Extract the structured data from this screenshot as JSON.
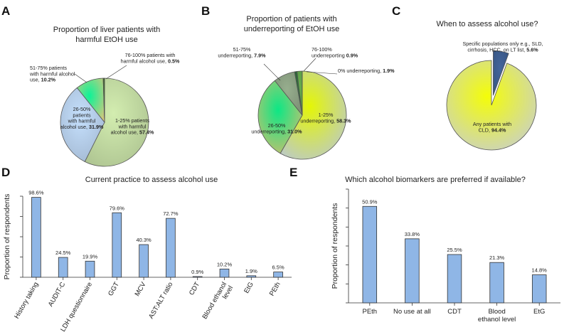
{
  "panel_labels": [
    "A",
    "B",
    "C",
    "D",
    "E"
  ],
  "chart_data": [
    {
      "type": "pie",
      "title": [
        "Proportion of liver patients with",
        "harmful EtOH use"
      ],
      "slices": [
        {
          "lines": [
            "1-25% patients",
            "with harmful",
            "alcohol use,"
          ],
          "value": 57.4,
          "pct": "57.4%",
          "color": "#c7e0a6"
        },
        {
          "lines": [
            "26-50%",
            "patients",
            "with harmful",
            "alcohol use,"
          ],
          "value": 31.9,
          "pct": "31.9%",
          "color": "#bad3ef"
        },
        {
          "lines": [
            "51-75%  patients",
            "with harmful alcohol",
            "use,"
          ],
          "value": 10.2,
          "pct": "10.2%",
          "color": "#fde58f"
        },
        {
          "lines": [
            "76-100% patients with",
            "harmful alcohol use,"
          ],
          "value": 0.5,
          "pct": "0.5%",
          "color": "#3d6e24"
        }
      ]
    },
    {
      "type": "pie",
      "title": [
        "Proportion of patients with",
        "underreporting of EtOH use"
      ],
      "slices": [
        {
          "lines": [
            "1-25%",
            "underreporting,"
          ],
          "value": 58.3,
          "pct": "58.3%",
          "color": "#d7e7f7"
        },
        {
          "lines": [
            "26-50%",
            "underreporting,"
          ],
          "value": 31.0,
          "pct": "31.0%",
          "color": "#fdda7d"
        },
        {
          "lines": [
            "51-75%",
            "underreporting,"
          ],
          "value": 7.9,
          "pct": "7.9%",
          "color": "#8ea486"
        },
        {
          "lines": [
            "76-100%",
            "underreporting"
          ],
          "value": 0.9,
          "pct": "0.9%",
          "color": "#2f6b3a"
        },
        {
          "lines": [
            "0% underreporting,"
          ],
          "value": 1.9,
          "pct": "1.9%",
          "color": "#63a94b"
        }
      ]
    },
    {
      "type": "pie",
      "title": [
        "When to assess alcohol use?"
      ],
      "slices": [
        {
          "lines": [
            "Any patients with",
            "CLD,"
          ],
          "value": 94.4,
          "pct": "94.4%",
          "color": "#e6eef9"
        },
        {
          "lines": [
            "Specific populations only e.g., SLD,",
            "cirrhosis, HCC, on LT list,"
          ],
          "value": 5.6,
          "pct": "5.6%",
          "color": "#3f5f93"
        }
      ]
    },
    {
      "type": "bar",
      "title": "Current practice to assess alcohol use",
      "ylabel": "Proportion of respondents",
      "categories": [
        "History taking",
        "AUDIT-C",
        "LDH questionnaire",
        "GGT",
        "MCV",
        "AST:ALT ratio",
        "CDT",
        "Blood ethanol level",
        "EtG",
        "PEth"
      ],
      "category_lines": [
        [
          "History taking"
        ],
        [
          "AUDIT-C"
        ],
        [
          "LDH questionnaire"
        ],
        [
          "GGT"
        ],
        [
          "MCV"
        ],
        [
          "AST:ALT ratio"
        ],
        [
          "CDT"
        ],
        [
          "Blood ethanol",
          "level"
        ],
        [
          "EtG"
        ],
        [
          "PEth"
        ]
      ],
      "values": [
        98.6,
        24.5,
        19.9,
        79.6,
        40.3,
        72.7,
        0.9,
        10.2,
        1.9,
        6.5
      ],
      "value_labels": [
        "98.6%",
        "24.5%",
        "19.9%",
        "79.6%",
        "40.3%",
        "72.7%",
        "0.9%",
        "10.2%",
        "1.9%",
        "6.5%"
      ],
      "ylim": [
        0,
        100
      ],
      "bar_color": "#8fb6e6"
    },
    {
      "type": "bar",
      "title": "Which alcohol biomarkers are preferred if available?",
      "ylabel": "Proportion of respondents",
      "categories": [
        "PEth",
        "No use at all",
        "CDT",
        "Blood ethanol level",
        "EtG"
      ],
      "category_lines": [
        [
          "PEth"
        ],
        [
          "No use at all"
        ],
        [
          "CDT"
        ],
        [
          "Blood",
          "ethanol level"
        ],
        [
          "EtG"
        ]
      ],
      "values": [
        50.9,
        33.8,
        25.5,
        21.3,
        14.8
      ],
      "value_labels": [
        "50.9%",
        "33.8%",
        "25.5%",
        "21.3%",
        "14.8%"
      ],
      "ylim": [
        0,
        60
      ],
      "bar_color": "#8fb6e6"
    }
  ]
}
